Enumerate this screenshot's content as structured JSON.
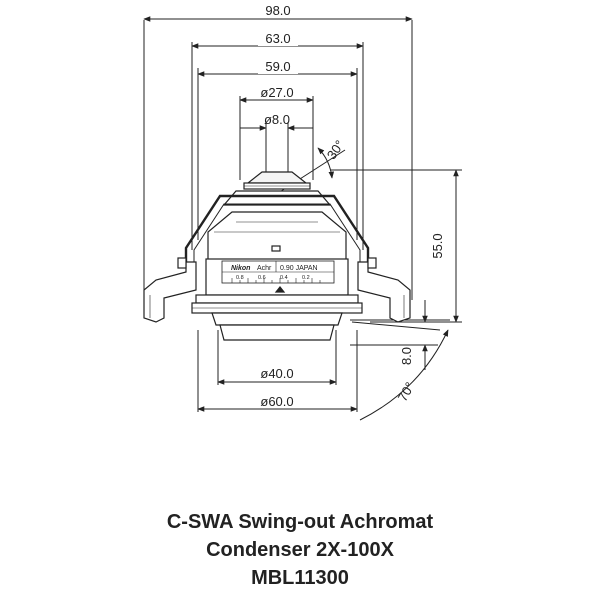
{
  "dimensions": {
    "width_98": "98.0",
    "width_63": "63.0",
    "width_59": "59.0",
    "dia_27": "ø27.0",
    "dia_8": "ø8.0",
    "angle_30": "30°",
    "height_55": "55.0",
    "height_8": "8.0",
    "angle_70": "70°",
    "dia_40": "ø40.0",
    "dia_60": "ø60.0"
  },
  "label_plate": {
    "brand": "Nikon",
    "type": "Achr",
    "na_text": "0.90 JAPAN",
    "scale": [
      "0.8",
      "0.6",
      "0.4",
      "0.2"
    ]
  },
  "caption": {
    "line1": "C-SWA Swing-out Achromat",
    "line2": "Condenser 2X-100X",
    "line3": "MBL11300"
  }
}
